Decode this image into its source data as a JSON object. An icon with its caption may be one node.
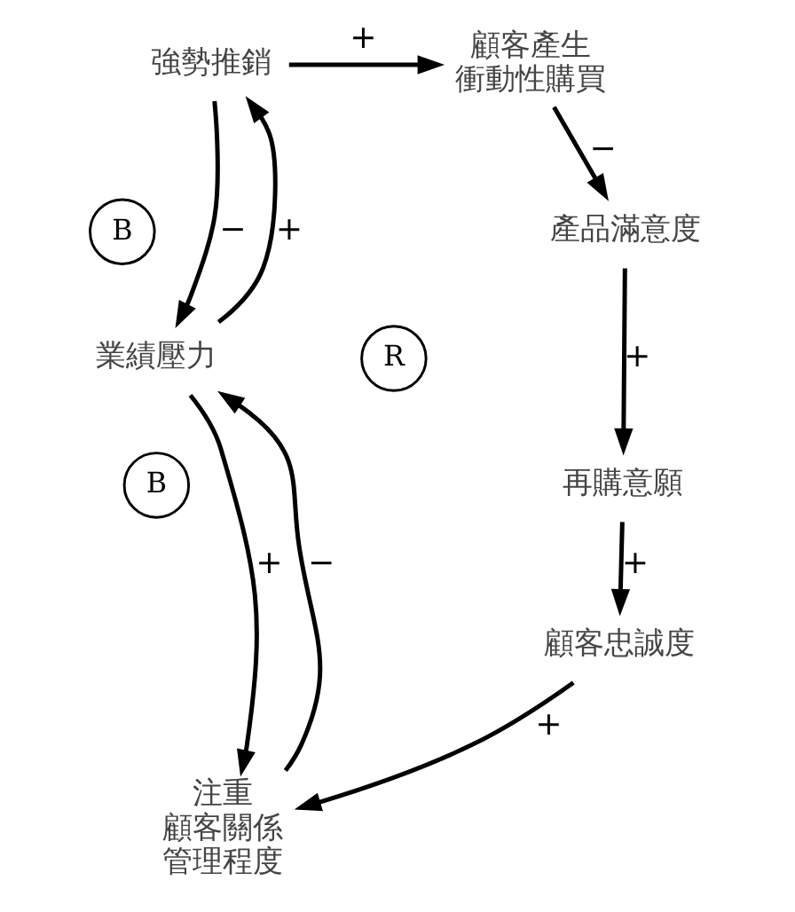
{
  "diagram": {
    "nodes": [
      {
        "text": [
          "強勢推銷"
        ]
      },
      {
        "text": [
          "顧客產生衝動性購買"
        ]
      },
      {
        "text": [
          "B"
        ]
      },
      {
        "text": [
          "產品滿意度"
        ]
      },
      {
        "text": [
          "業績壓力"
        ]
      },
      {
        "text": [
          "R"
        ]
      },
      {
        "text": [
          "再購意願"
        ]
      },
      {
        "text": [
          "B"
        ]
      },
      {
        "text": [
          "顧客忠誠度"
        ]
      },
      {
        "text": [
          "注重顧客關係管理程度"
        ]
      }
    ],
    "edges": [
      {
        "from": 0,
        "to": 1,
        "arrow": "to",
        "label": "+"
      },
      {
        "from": 0,
        "to": 4,
        "arrow": "to",
        "label": "−"
      },
      {
        "from": 1,
        "to": 3,
        "arrow": "to",
        "label": "−"
      },
      {
        "from": 3,
        "to": 6,
        "arrow": "to",
        "label": "+"
      },
      {
        "from": 4,
        "to": 0,
        "arrow": "to",
        "label": "+"
      },
      {
        "from": 4,
        "to": 9,
        "arrow": "to",
        "label": "+"
      },
      {
        "from": 6,
        "to": 8,
        "arrow": "to",
        "label": "+"
      },
      {
        "from": 8,
        "to": 9,
        "arrow": "to",
        "label": "+"
      },
      {
        "from": 9,
        "to": 4,
        "arrow": "to",
        "label": "−"
      }
    ]
  }
}
